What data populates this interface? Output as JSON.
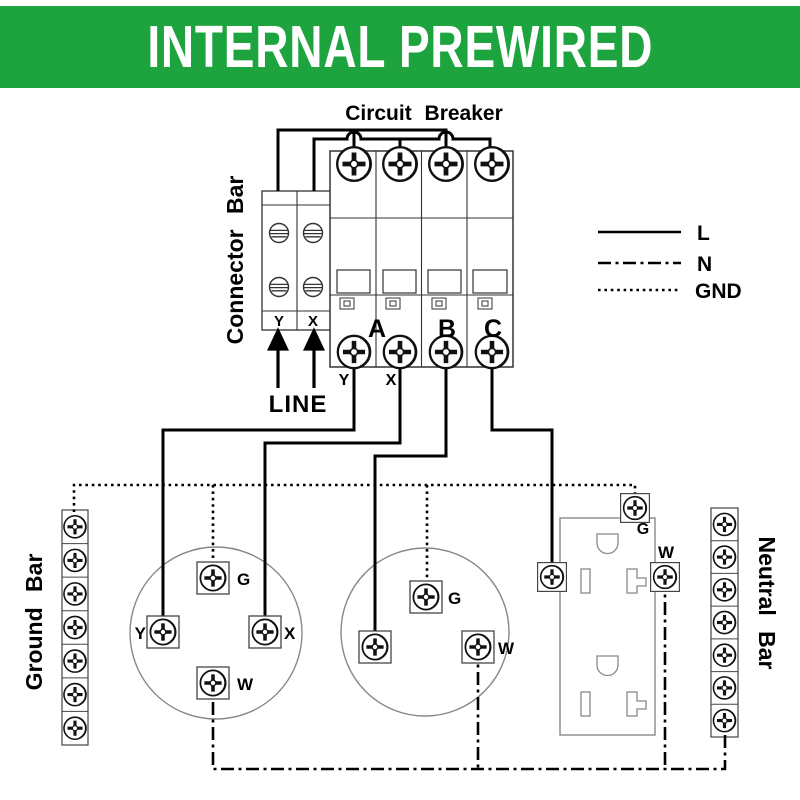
{
  "header": {
    "title": "INTERNAL PREWIRED"
  },
  "colors": {
    "header_bg": "#1ea43e",
    "header_text": "#ffffff",
    "wire": "#000000",
    "component_outline": "#333333",
    "light_outline": "#888888"
  },
  "diagram": {
    "circuit_breaker_label": "Circuit Breaker",
    "connector_bar_label": "Connector Bar",
    "ground_bar_label": "Ground Bar",
    "neutral_bar_label": "Neutral Bar",
    "line_label": "LINE",
    "connector_terminals": {
      "y": "Y",
      "x": "X"
    },
    "breaker_modules": {
      "a": "A",
      "b": "B",
      "c": "C"
    },
    "breaker_outputs": {
      "y": "Y",
      "x": "X"
    },
    "legend": {
      "l": "L",
      "n": "N",
      "gnd": "GND"
    },
    "outlet1": {
      "g": "G",
      "y": "Y",
      "x": "X",
      "w": "W"
    },
    "outlet2": {
      "g": "G",
      "w": "W"
    },
    "duplex": {
      "g": "G",
      "w": "W"
    }
  }
}
